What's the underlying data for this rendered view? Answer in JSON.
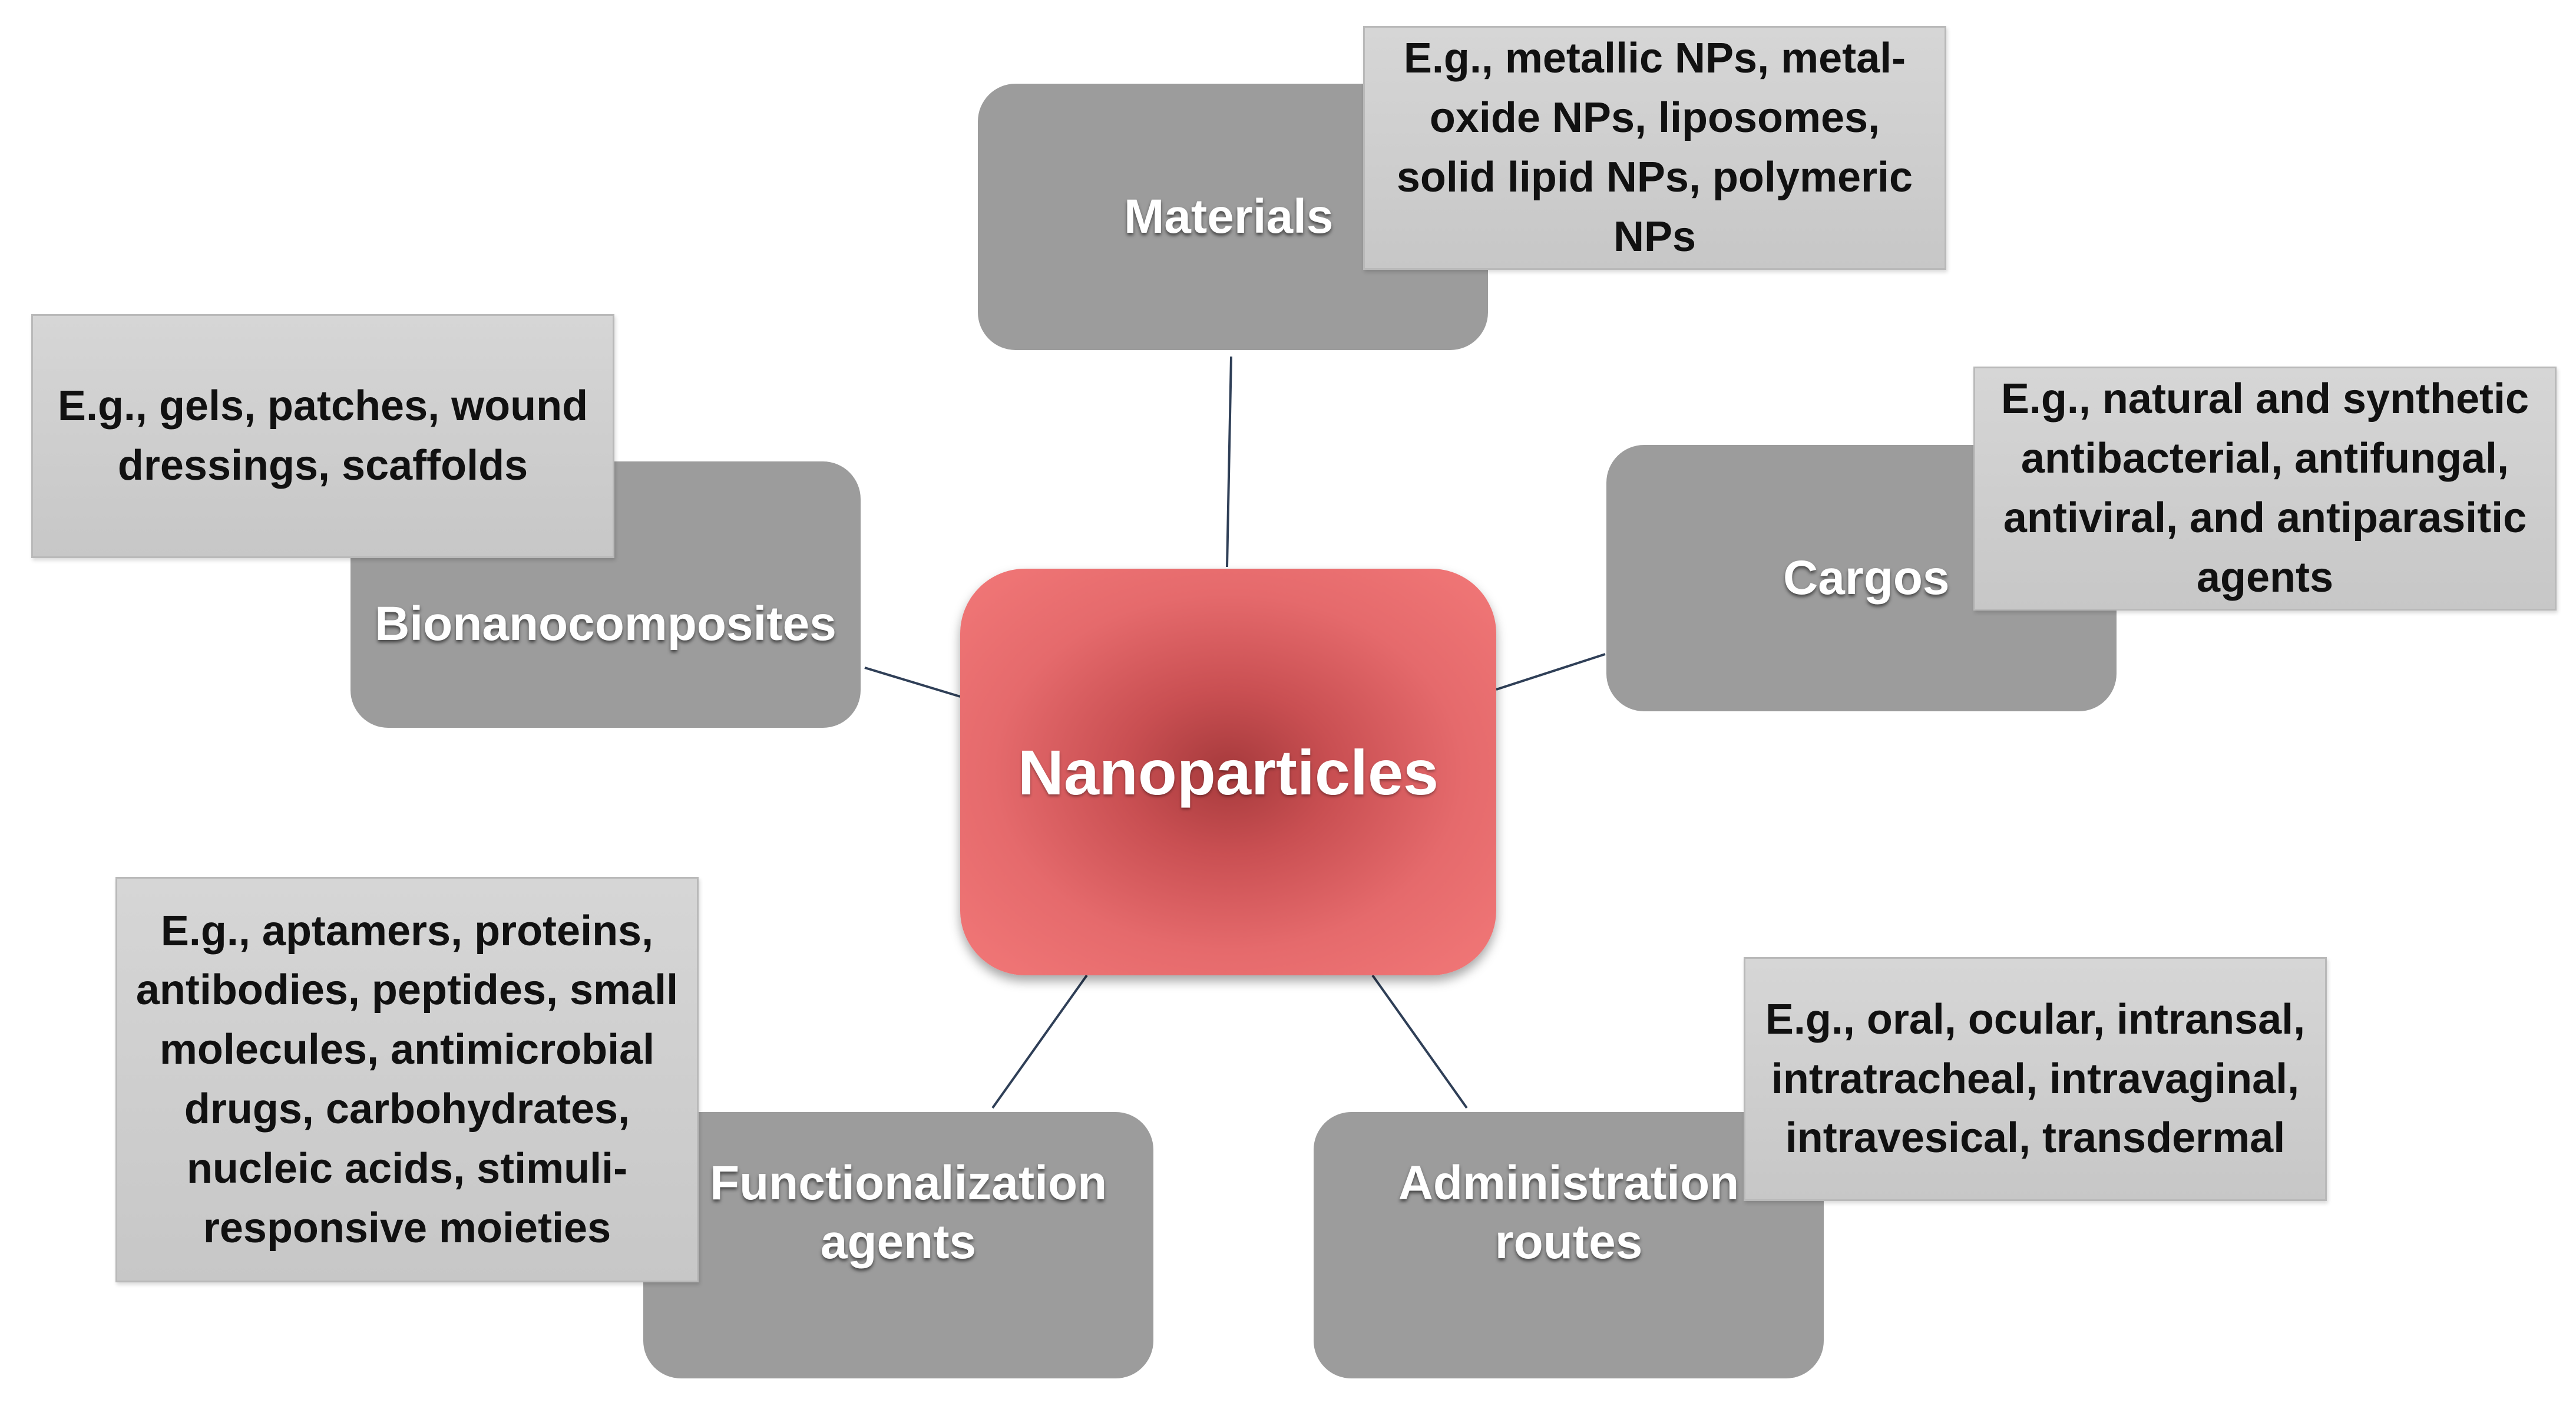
{
  "center": {
    "label": "Nanoparticles",
    "color": "#e56a6c"
  },
  "colors": {
    "node": "#9c9c9c",
    "example": "#cfcfcf",
    "connector": "#2f3f57"
  },
  "branches": {
    "materials": {
      "label": "Materials",
      "example": "E.g., metallic NPs, metal-oxide NPs, liposomes, solid lipid NPs, polymeric NPs"
    },
    "cargos": {
      "label": "Cargos",
      "example": "E.g., natural and synthetic antibacterial, antifungal, antiviral, and antiparasitic agents"
    },
    "bionanocomposites": {
      "label": "Bionanocomposites",
      "example": "E.g., gels, patches, wound dressings, scaffolds"
    },
    "functionalization": {
      "label": "Functionalization agents",
      "example": "E.g., aptamers, proteins, antibodies, peptides, small molecules, antimicrobial drugs, carbohydrates, nucleic acids, stimuli-responsive moieties"
    },
    "administration": {
      "label": "Administration routes",
      "example": "E.g., oral, ocular, intransal, intratracheal, intravaginal, intravesical, transdermal"
    }
  }
}
